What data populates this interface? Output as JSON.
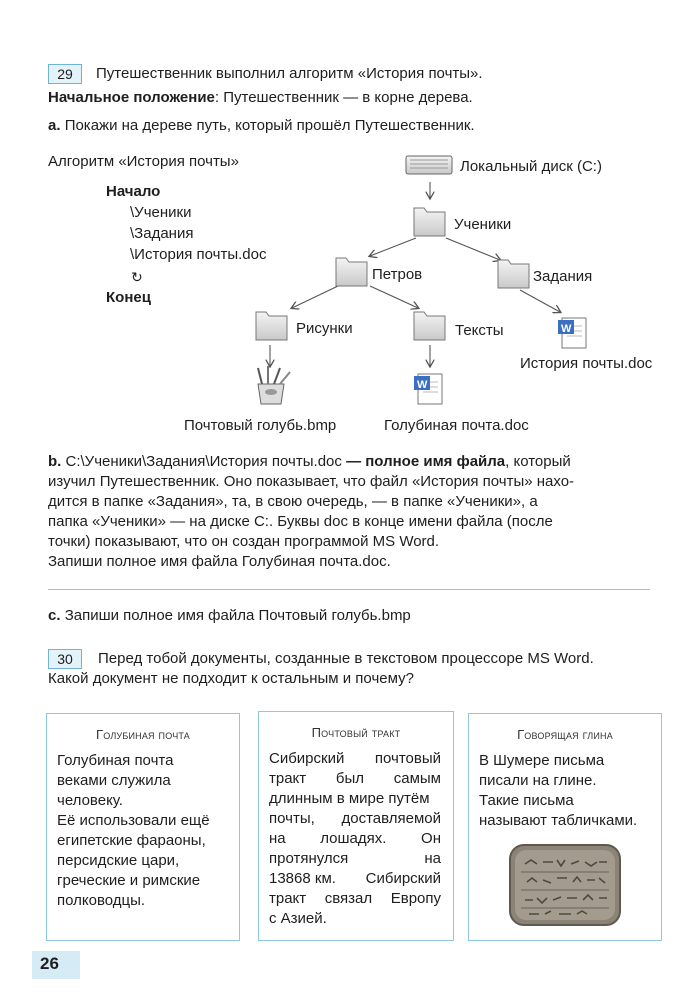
{
  "task29": {
    "number": "29",
    "line1": "Путешественник выполнил алгоритм «История почты».",
    "start_label": "Начальное положение",
    "start_text": ": Путешественник — в корне дерева.",
    "a_marker": "а.",
    "a_text": "Покажи на дереве путь, который прошёл Путешественник."
  },
  "algorithm": {
    "title": "Алгоритм «История почты»",
    "begin": "Начало",
    "steps": [
      "\\Ученики",
      "\\Задания",
      "\\История почты.doc"
    ],
    "loop_symbol": "↻",
    "end": "Конец"
  },
  "tree": {
    "root": "Локальный диск (С:)",
    "uchenki": "Ученики",
    "petrov": "Петров",
    "zadaniya": "Задания",
    "risunki": "Рисунки",
    "teksty": "Тексты",
    "istoria": "История почты.doc",
    "bmp": "Почтовый голубь.bmp",
    "doc2": "Голубиная почта.doc"
  },
  "part_b": {
    "marker": "b.",
    "path": "C:\\Ученики\\Задания\\История почты.doc",
    "dash": "—",
    "bold": "полное имя файла",
    "l1_end": ", который",
    "l2": "изучил Путешественник. Оно показывает, что файл «История почты» нахо-",
    "l3": "дится в папке «Задания», та, в свою очередь, — в папке «Ученики», а",
    "l4": "папка «Ученики» — на диске С:. Буквы doc в конце имени файла (после",
    "l5": "точки) показывают, что он создан программой MS Word.",
    "l6": "Запиши полное имя файла Голубиная почта.doc."
  },
  "part_c": {
    "marker": "с.",
    "text": "Запиши полное имя файла Почтовый голубь.bmp"
  },
  "task30": {
    "number": "30",
    "line1": "Перед тобой документы, созданные в текстовом процессоре MS Word.",
    "line2": "Какой документ не подходит к остальным и почему?"
  },
  "cards": {
    "c1": {
      "title": "Голубиная почта",
      "lines": [
        "Голубиная почта",
        "веками служила",
        "человеку.",
        "Её использовали ещё",
        "египетские фараоны,",
        "персидские цари,",
        "греческие и римские",
        "полководцы."
      ]
    },
    "c2": {
      "title": "Почтовый тракт",
      "lines": [
        [
          "Сибирский",
          "почтовый"
        ],
        [
          "тракт",
          "был",
          "самым"
        ],
        [
          "длинным в мире путём"
        ],
        [
          "почты,",
          "доставляемой"
        ],
        [
          "на",
          "лошадях.",
          "Он"
        ],
        [
          "протянулся",
          "на"
        ],
        [
          "13868 км.",
          "Сибирский"
        ],
        [
          "тракт",
          "связал",
          "Европу"
        ],
        [
          "с Азией."
        ]
      ]
    },
    "c3": {
      "title": "Говорящая глина",
      "lines": [
        "В Шумере письма",
        "писали на глине.",
        "Такие письма",
        "называют табличками."
      ]
    }
  },
  "page_number": "26"
}
